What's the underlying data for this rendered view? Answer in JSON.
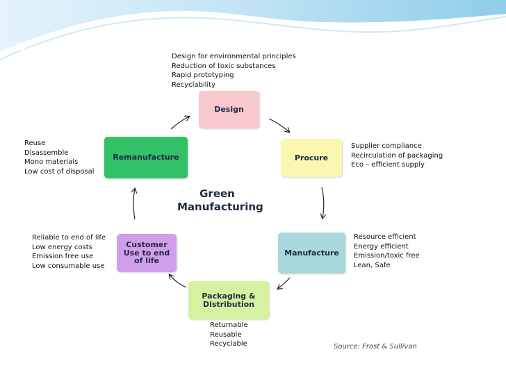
{
  "diagram": {
    "title_lines": [
      "Green",
      "Manufacturing"
    ],
    "source": "Source: Frost & Sullivan",
    "colors": {
      "design": "#f8c8cc",
      "procure": "#fbf6b0",
      "manufacture": "#a9d8dc",
      "packaging": "#d6f2a0",
      "customer": "#cf9fe9",
      "remanufacture": "#33c167"
    },
    "stages": {
      "design": {
        "label": "Design",
        "notes": [
          "Design for environmental principles",
          "Reduction of toxic substances",
          "Rapid prototyping",
          "Recyclability"
        ]
      },
      "procure": {
        "label": "Procure",
        "notes": [
          "Supplier compliance",
          "Recirculation of packaging",
          "Eco – efficient supply"
        ]
      },
      "manufacture": {
        "label": "Manufacture",
        "notes": [
          "Resource efficient",
          "Energy efficient",
          "Emission/toxic free",
          "Lean, Safe"
        ]
      },
      "packaging": {
        "label_lines": [
          "Packaging &",
          "Distribution"
        ],
        "notes": [
          "Returnable",
          "Reusable",
          "Recyclable"
        ]
      },
      "customer": {
        "label_lines": [
          "Customer",
          "Use to end",
          "of life"
        ],
        "notes": [
          "Reliable to end of life",
          "Low energy costs",
          "Emission free use",
          "Low consumable use"
        ]
      },
      "remanufacture": {
        "label": "Remanufacture",
        "notes": [
          "Reuse",
          "Disassemble",
          "Mono materials",
          "Low cost of disposal"
        ]
      }
    }
  }
}
